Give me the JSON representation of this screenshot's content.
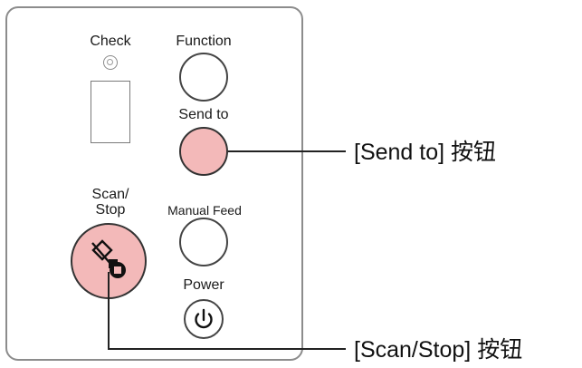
{
  "panel": {
    "check_label": "Check",
    "function_label": "Function",
    "send_to_label": "Send to",
    "scan_stop_label": "Scan/\nStop",
    "manual_feed_label": "Manual Feed",
    "power_label": "Power"
  },
  "callouts": {
    "send_to": "[Send to] 按钮",
    "scan_stop": "[Scan/Stop] 按钮"
  },
  "colors": {
    "highlight": "#f3b9b9",
    "outline": "#444444",
    "panel_border": "#8c8c8c"
  },
  "icons": {
    "power": "power-icon",
    "scan_stop": "scan-stop-icon"
  }
}
